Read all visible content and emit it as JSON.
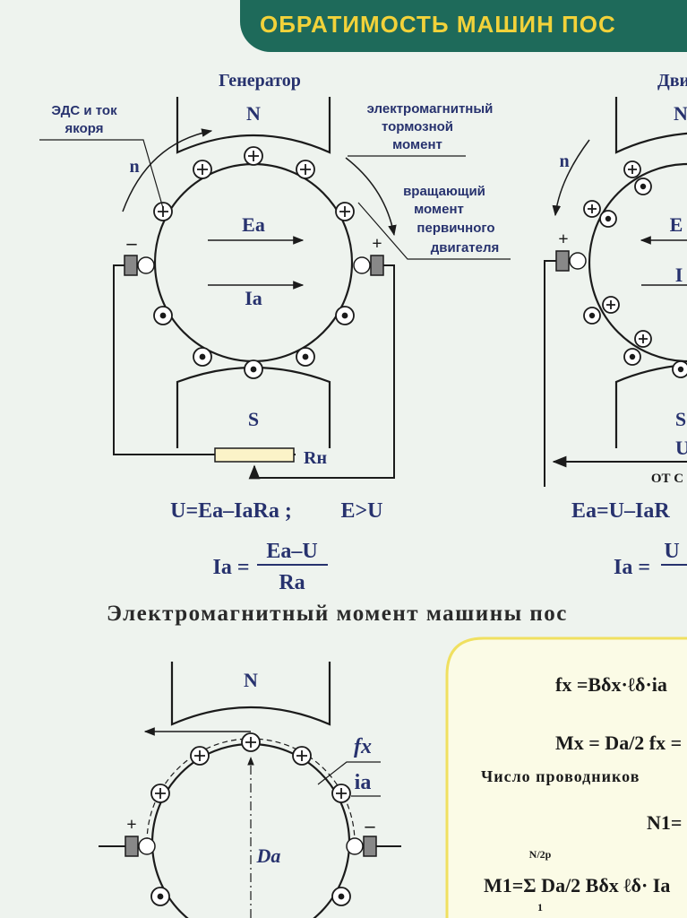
{
  "header": {
    "title": "ОБРАТИМОСТЬ МАШИН ПОС"
  },
  "generator": {
    "title": "Генератор",
    "pole_top": "N",
    "pole_bottom": "S",
    "emf_label": [
      "ЭДС и ток",
      "якоря"
    ],
    "rotation": "n",
    "ea": "Ea",
    "ia": "Ia",
    "brake_label": [
      "электромагнитный",
      "тормозной",
      "момент"
    ],
    "drive_label": [
      "вращающий",
      "момент",
      "первичного",
      "двигателя"
    ],
    "minus": "–",
    "plus": "+",
    "load": "Rн",
    "eq1": "U=Ea–IaRa ;",
    "eq1b": "E>U",
    "eq2_lhs": "Ia =",
    "eq2_num": "Ea–U",
    "eq2_den": "Ra"
  },
  "motor": {
    "title": "Дви",
    "pole_top": "N",
    "pole_bottom": "S",
    "rotation": "n",
    "e_partial": "E",
    "i_partial": "I",
    "plus": "+",
    "u_partial": "U",
    "from_partial": "ОТ С",
    "eq1": "Ea=U–IaR",
    "eq2_lhs": "Ia =",
    "eq2_num": "U"
  },
  "torque": {
    "heading": "Электромагнитный момент машины пос",
    "pole_top": "N",
    "fx": "fx",
    "ia": "ia",
    "da": "Da",
    "plus": "+",
    "minus": "–",
    "formula1": "fx =Bδx·ℓδ·ia",
    "formula2": "Mx = Da/2 fx = ",
    "num_conductors": "Число проводников",
    "formula3": "N1=",
    "formula4": "M1=Σ Da/2 Bδx ℓδ· Ia",
    "sum_top": "N/2p",
    "sum_bottom": "1"
  },
  "colors": {
    "header_bg": "#1e6a5a",
    "header_text": "#f2d23a",
    "ink": "#27326e",
    "line": "#1b1b1b",
    "formula_box": "#fbfbe6",
    "formula_border": "#f0e060"
  }
}
